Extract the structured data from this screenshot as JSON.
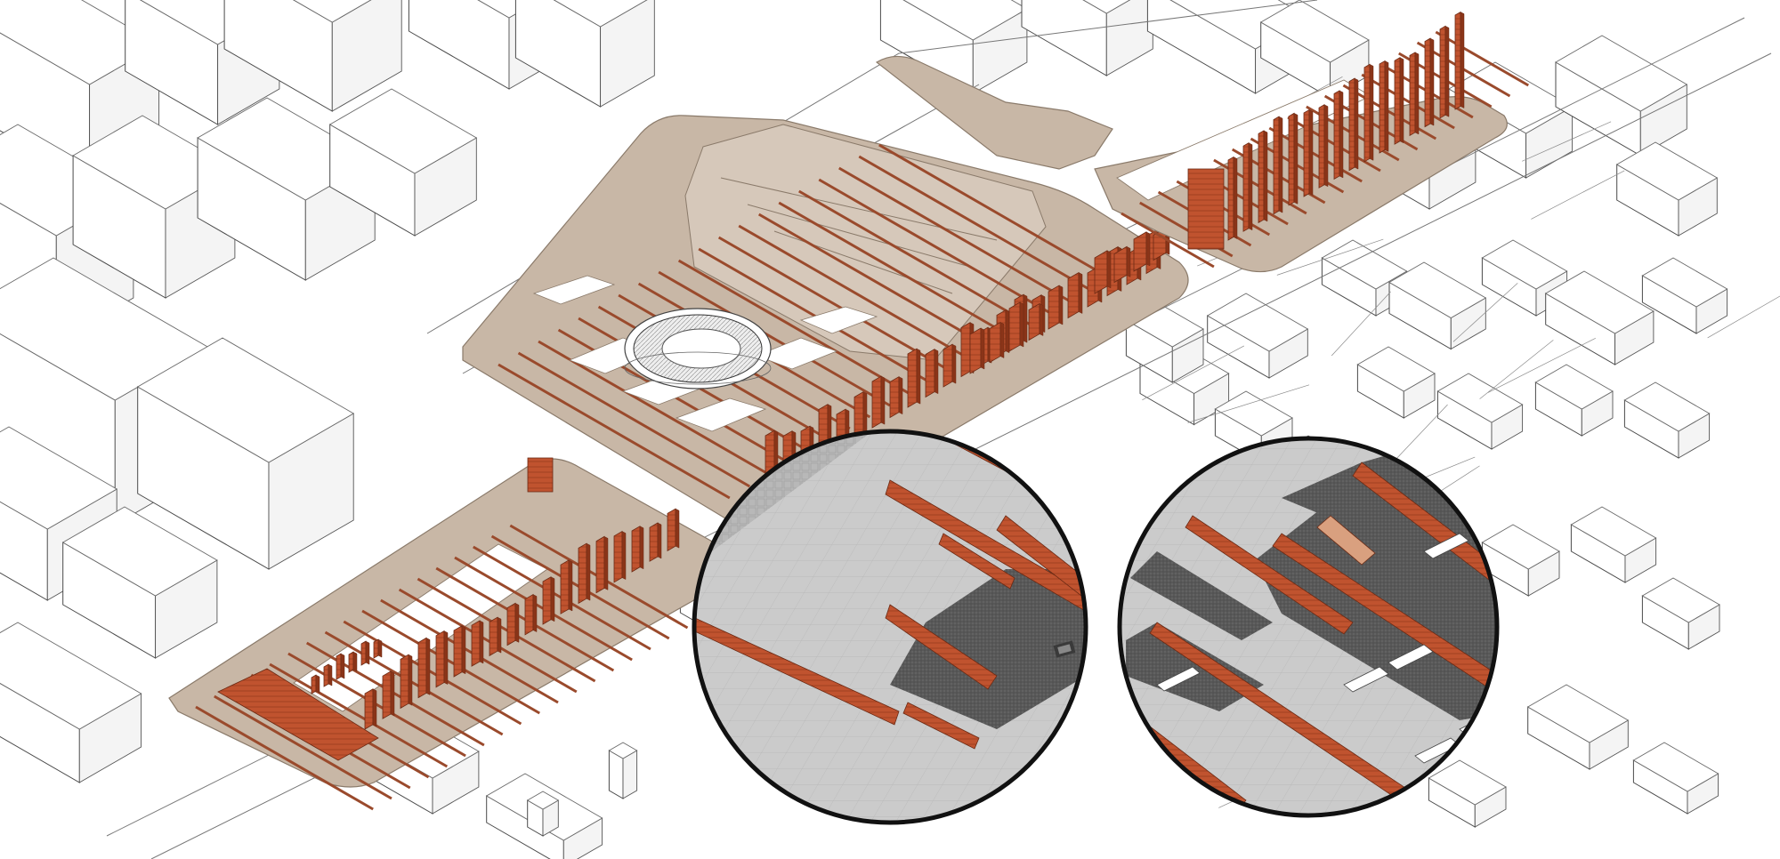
{
  "figure": {
    "title": "",
    "description_visible_text": ""
  },
  "colors": {
    "background": "#ffffff",
    "building_line": "#4a4a4a",
    "plaza_fill": "#c8b7a6",
    "brick_wall": "#c0532f",
    "brick_dark": "#8a3418",
    "detail_paving": "#c9c9c9",
    "detail_lawn": "#5a5a5a",
    "lens_ring": "#111111",
    "oculus_white": "#f2f2f2"
  },
  "regions": [
    {
      "id": "central-plaza",
      "kind": "plaza"
    },
    {
      "id": "south-plaza",
      "kind": "plaza"
    },
    {
      "id": "north-east-strip",
      "kind": "plaza"
    },
    {
      "id": "oculus",
      "kind": "feature"
    },
    {
      "id": "detail-view-left",
      "kind": "magnified-detail"
    },
    {
      "id": "detail-view-right",
      "kind": "magnified-detail"
    }
  ]
}
